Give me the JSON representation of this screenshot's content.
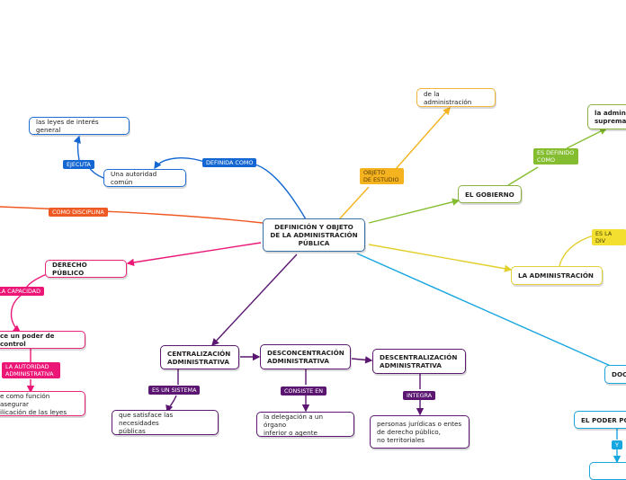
{
  "nodes": {
    "center": "DEFINICIÓN Y OBJETO\nDE LA ADMINISTRACIÓN\nPÚBLICA",
    "leyes": "las leyes de interés general",
    "autoridad": "Una autoridad común",
    "de_admin": "de la administración",
    "gobierno": "EL GOBIERNO",
    "admin_suprema": "la admini\nsuprema",
    "la_admin": "LA ADMINISTRACIÓN",
    "derecho": "DERECHO PÚBLICO",
    "poder_control": "ce un poder de control",
    "funcion": "e como función asegurar\nilicación de las leyes",
    "centralizacion": "CENTRALIZACIÓN\nADMINISTRATIVA",
    "desconcentracion": "DESCONCENTRACIÓN\nADMINISTRATIVA",
    "descentralizacion": "DESCENTRALIZACIÓN\nADMINISTRATIVA",
    "satisface": "que satisface las necesidades\npúblicas",
    "delegacion": "la delegación a un órgano\ninferior o agente",
    "personas": "personas jurídicas o entes\nde derecho público,\nno territoriales",
    "doc": "DOC",
    "poder_po": "EL PODER PO"
  },
  "labels": {
    "ejecuta": "EJECUTA",
    "definida": "DEFINIDA COMO",
    "disciplina": "COMO DISCIPLINA",
    "objeto": "OBJETO\nDE ESTUDIO",
    "es_definido": "ES DEFINIDO\nCOMO",
    "es_la_div": "ES LA DIV",
    "capacidad": "LA CAPACIDAD",
    "autoridad_adm": "LA AUTORIDAD\nADMINISTRATIVA",
    "sistema": "ES UN SISTEMA",
    "consiste": "CONSISTE EN",
    "integra": "INTEGRA",
    "y": "Y"
  },
  "colors": {
    "blue": "#1467d2",
    "orange": "#f4b31f",
    "red": "#ef5a24",
    "green": "#84bd2f",
    "yellow": "#f2df30",
    "pink": "#ec1677",
    "purple": "#5a1670",
    "cyan": "#17a7e0"
  }
}
